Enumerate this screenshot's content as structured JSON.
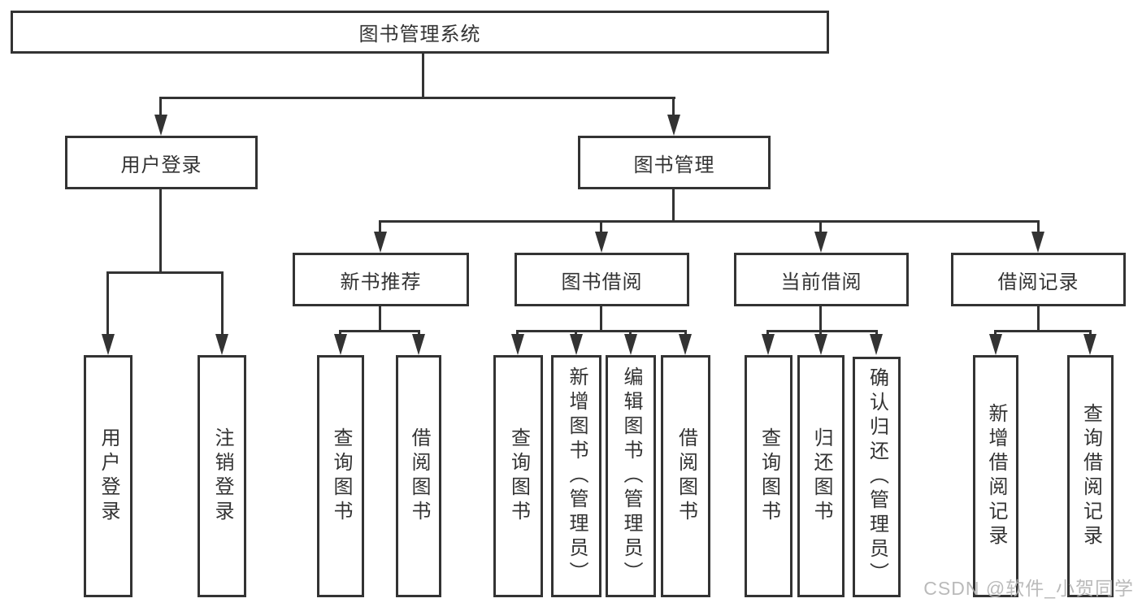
{
  "diagram": {
    "root": {
      "label": "图书管理系统"
    },
    "level2": {
      "user_login": {
        "label": "用户登录"
      },
      "book_management": {
        "label": "图书管理"
      }
    },
    "level3": {
      "new_book_recommend": {
        "label": "新书推荐"
      },
      "book_borrow": {
        "label": "图书借阅"
      },
      "current_borrow": {
        "label": "当前借阅"
      },
      "borrow_records": {
        "label": "借阅记录"
      }
    },
    "leaves": {
      "user_login": [
        "用户登录",
        "注销登录"
      ],
      "new_book_recommend": [
        "查询图书",
        "借阅图书"
      ],
      "book_borrow": [
        "查询图书",
        "新增图书（管理员）",
        "编辑图书（管理员）",
        "借阅图书"
      ],
      "current_borrow": [
        "查询图书",
        "归还图书",
        "确认归还（管理员）"
      ],
      "borrow_records": [
        "新增借阅记录",
        "查询借阅记录"
      ]
    }
  },
  "watermark": {
    "text": "CSDN @软件_小贺同学",
    "color": "#b3b3b3"
  },
  "colors": {
    "line": "#333333",
    "background": "#ffffff"
  }
}
